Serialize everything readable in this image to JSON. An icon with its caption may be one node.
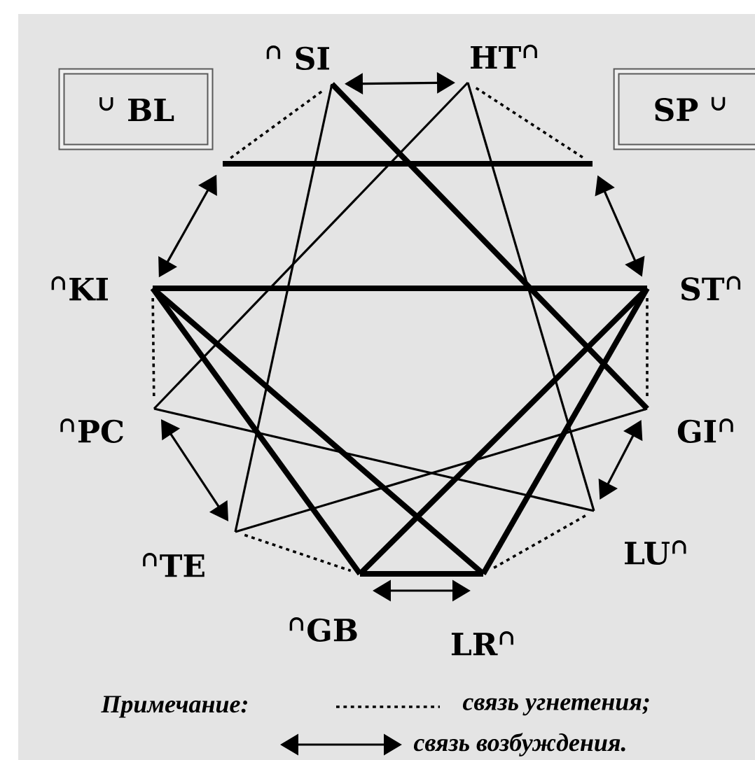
{
  "diagram": {
    "nodes": [
      {
        "text": [
          "$^{∩}$ SI"
        ]
      },
      {
        "text": [
          "HT$^{∩}$"
        ]
      },
      {
        "text": [
          "$^{∪}$ BL"
        ]
      },
      {
        "text": [
          "SP $^{∪}$"
        ]
      },
      {
        "text": [
          "$^{∩}$KI"
        ]
      },
      {
        "text": [
          "ST$^{∩}$"
        ]
      },
      {
        "text": [
          "$^{∩}$PC"
        ]
      },
      {
        "text": [
          "GI$^{∩}$"
        ]
      },
      {
        "text": [
          "$^{∩}$TE"
        ]
      },
      {
        "text": [
          "LU$^{∩}$"
        ]
      },
      {
        "text": [
          "$^{∩}$GB"
        ]
      },
      {
        "text": [
          "LR$^{∩}$"
        ]
      }
    ],
    "edges": [
      {
        "from": 0,
        "to": 1,
        "arrow": "both"
      },
      {
        "from": 2,
        "to": 0,
        "arrow": "none",
        "style": "dashed"
      },
      {
        "from": 1,
        "to": 3,
        "arrow": "none",
        "style": "dashed"
      },
      {
        "from": 2,
        "to": 3,
        "arrow": "none",
        "style": "thick"
      },
      {
        "from": 2,
        "to": 4,
        "arrow": "both"
      },
      {
        "from": 3,
        "to": 5,
        "arrow": "both"
      },
      {
        "from": 0,
        "to": 8,
        "arrow": "none"
      },
      {
        "from": 0,
        "to": 7,
        "arrow": "none",
        "style": "thick"
      },
      {
        "from": 1,
        "to": 6,
        "arrow": "none"
      },
      {
        "from": 1,
        "to": 9,
        "arrow": "none"
      },
      {
        "from": 4,
        "to": 5,
        "arrow": "none",
        "style": "thick"
      },
      {
        "from": 4,
        "to": 6,
        "arrow": "none",
        "style": "dashed"
      },
      {
        "from": 5,
        "to": 7,
        "arrow": "none",
        "style": "dashed"
      },
      {
        "from": 4,
        "to": 10,
        "arrow": "none",
        "style": "thick"
      },
      {
        "from": 4,
        "to": 11,
        "arrow": "none",
        "style": "thick"
      },
      {
        "from": 5,
        "to": 10,
        "arrow": "none",
        "style": "thick"
      },
      {
        "from": 5,
        "to": 11,
        "arrow": "none",
        "style": "thick"
      },
      {
        "from": 6,
        "to": 8,
        "arrow": "both"
      },
      {
        "from": 7,
        "to": 9,
        "arrow": "both"
      },
      {
        "from": 6,
        "to": 9,
        "arrow": "none"
      },
      {
        "from": 7,
        "to": 8,
        "arrow": "none"
      },
      {
        "from": 8,
        "to": 10,
        "arrow": "none",
        "style": "dashed"
      },
      {
        "from": 9,
        "to": 11,
        "arrow": "none",
        "style": "dashed"
      },
      {
        "from": 10,
        "to": 11,
        "arrow": "none",
        "style": "thick"
      },
      {
        "from": 10,
        "to": 11,
        "arrow": "both"
      }
    ],
    "labels": [
      "Примечание:"
    ],
    "legend": [
      {
        "text": "связь угнетения;"
      },
      {
        "text": "связь возбуждения."
      }
    ]
  }
}
